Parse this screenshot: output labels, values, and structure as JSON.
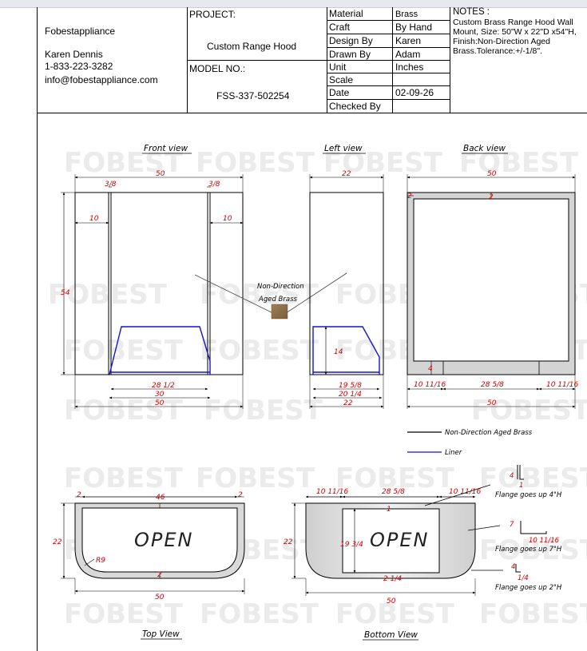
{
  "company": {
    "name": "Fobestappliance",
    "contact": "Karen Dennis",
    "phone": "1-833-223-3282",
    "email": "info@fobestappliance.com"
  },
  "project": {
    "label": "PROJECT:",
    "value": "Custom Range Hood",
    "model_label": "MODEL NO.:",
    "model_value": "FSS-337-502254"
  },
  "specs": [
    {
      "key": "Material",
      "value": "Brass"
    },
    {
      "key": "Craft",
      "value": "By Hand"
    },
    {
      "key": "Design By",
      "value": "Karen"
    },
    {
      "key": "Drawn By",
      "value": "Adam"
    },
    {
      "key": "Unit",
      "value": "Inches"
    },
    {
      "key": "Scale",
      "value": ""
    },
    {
      "key": "Date",
      "value": "02-09-26"
    },
    {
      "key": "Checked By",
      "value": ""
    }
  ],
  "notes": {
    "title": "NOTES :",
    "body": "Custom Brass Range Hood Wall Mount, Size: 50\"W x 22\"D x54\"H, Finish:Non-Direction Aged Brass.Tolerance:+/-1/8\"."
  },
  "watermark": "FOBEST",
  "views": {
    "front": "Front view",
    "left": "Left view",
    "back": "Back view",
    "top": "Top View",
    "bottom": "Bottom View"
  },
  "front_dims": {
    "width": "50",
    "left_frac": "3/8",
    "right_frac": "3/8",
    "left_side": "10",
    "right_side": "10",
    "height": "54",
    "d1": "28 1/2",
    "d2": "30",
    "d3": "50"
  },
  "left_dims": {
    "width": "22",
    "liner_h": "14",
    "d1": "19 5/8",
    "d2": "20 1/4",
    "d3": "22"
  },
  "back_dims": {
    "width": "50",
    "top": "2",
    "left": "2",
    "bottom_h": "4",
    "d1": "10 11/16",
    "d2": "28 5/8",
    "d3": "10 11/16",
    "d4": "50"
  },
  "material_callout": "Non-Direction\nAged Brass",
  "legend": [
    {
      "label": "Non-Direction  Aged Brass",
      "color": "#000000"
    },
    {
      "label": "Liner",
      "color": "#1414d0"
    }
  ],
  "top_dims": {
    "l": "2",
    "inner": "46",
    "r": "2",
    "depth": "22",
    "radius": "R9",
    "front": "2",
    "width": "50",
    "opening": "OPEN"
  },
  "bottom_dims": {
    "a": "10 11/16",
    "b": "28 5/8",
    "c": "10 11/16",
    "depth": "22",
    "inner_depth": "19 3/4",
    "front": "2 1/4",
    "width": "50",
    "opening": "OPEN",
    "top": "1"
  },
  "flanges": [
    {
      "label": "Flange goes up 4\"H",
      "d1": "4",
      "d2": "1"
    },
    {
      "label": "Flange goes up 7\"H",
      "d1": "7",
      "d2": "10 11/16"
    },
    {
      "label": "Flange goes up 2\"H",
      "d1": "4",
      "d2": "1/4"
    }
  ]
}
